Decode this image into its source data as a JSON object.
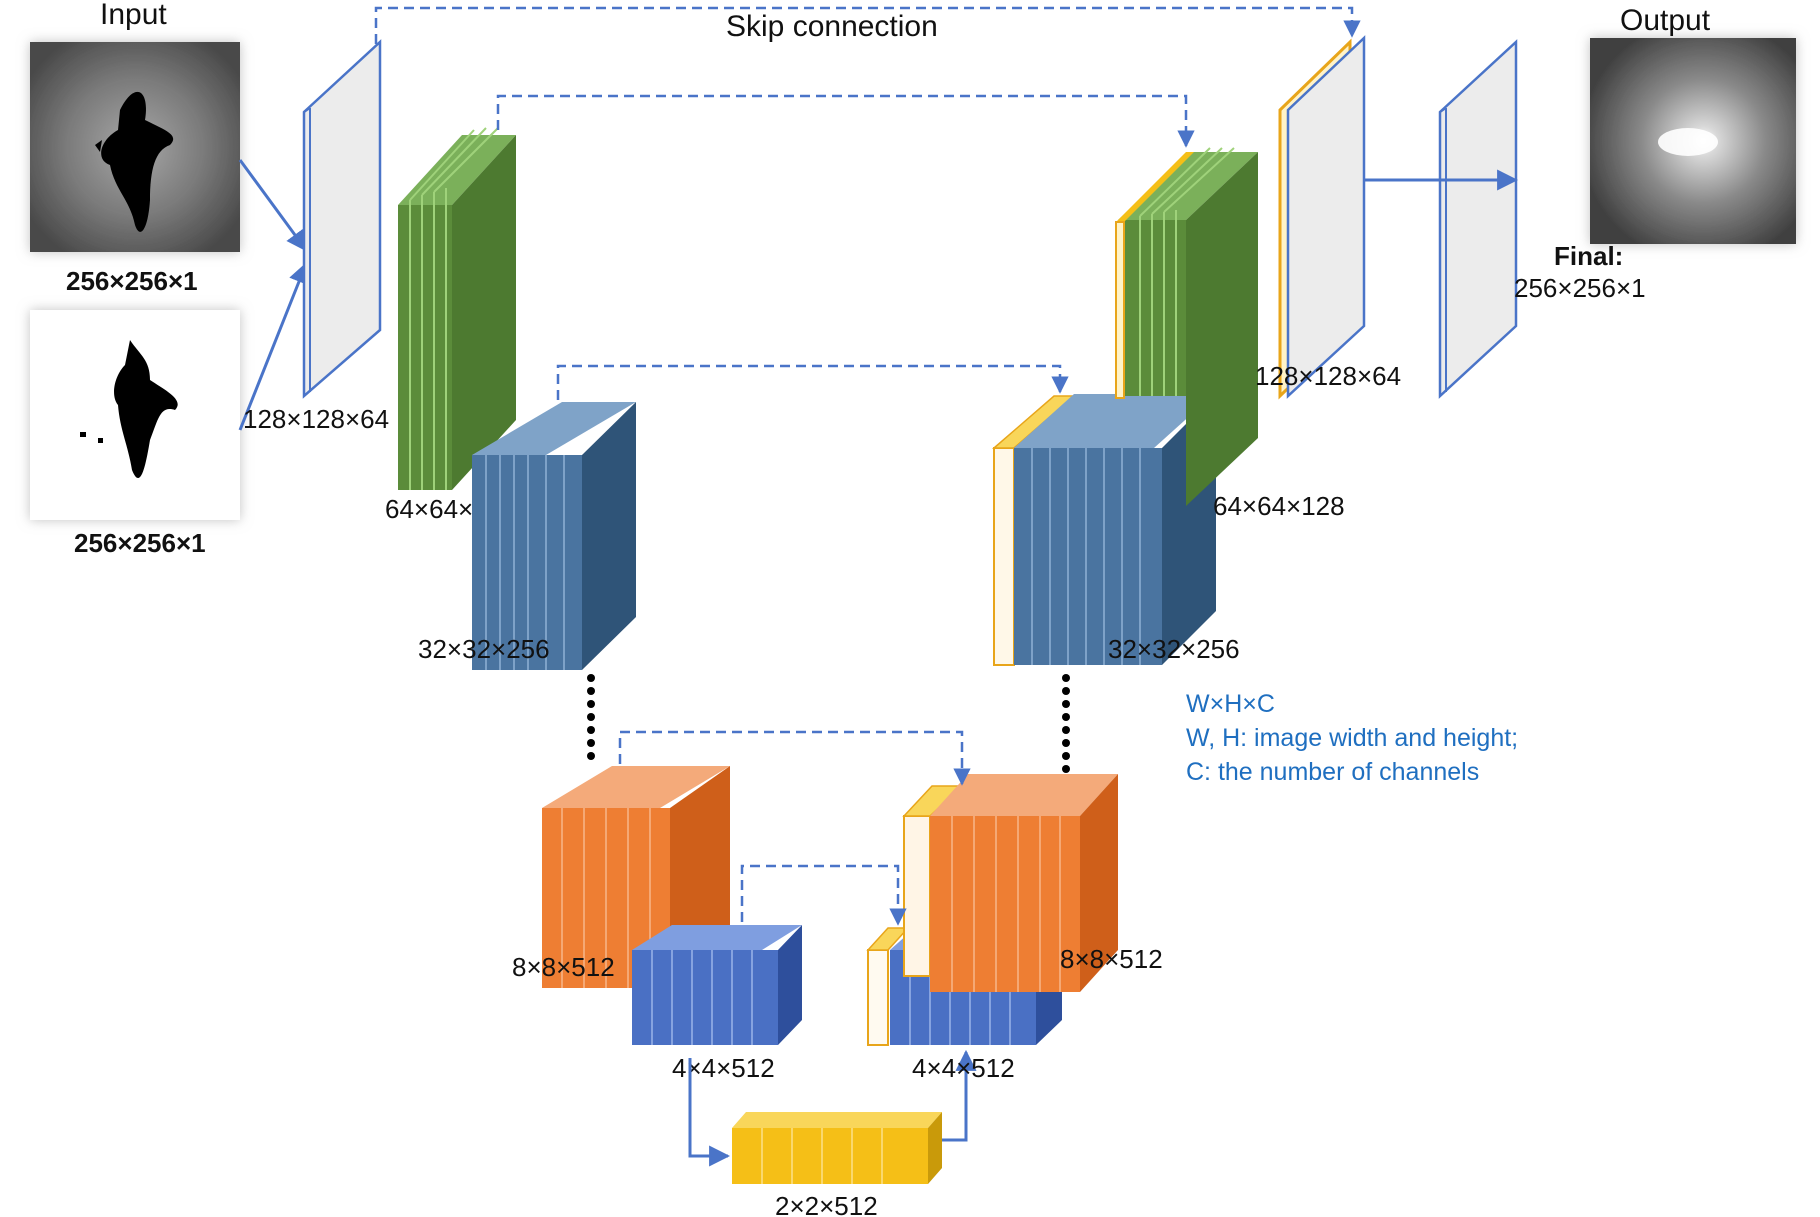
{
  "labels": {
    "input": "Input",
    "output": "Output",
    "skip_connection": "Skip connection",
    "input_image_dim": "256×256×1",
    "input_mask_dim": "256×256×1",
    "enc_conv1": "128×128×64",
    "enc_conv2": "64×64×128",
    "enc_conv3": "32×32×256",
    "enc_conv4": "8×8×512",
    "enc_conv5": "4×4×512",
    "bottleneck": "2×2×512",
    "dec_conv5": "4×4×512",
    "dec_conv4": "8×8×512",
    "dec_conv3": "32×32×256",
    "dec_conv2": "64×64×128",
    "dec_conv1": "128×128×64",
    "final_prefix": "Final:",
    "final_dim": "256×256×1"
  },
  "legend": {
    "line1": "W×H×C",
    "line2": "W, H: image width and height;",
    "line3": "C: the number of channels"
  },
  "colors": {
    "green": "#5b8c3a",
    "steel_blue": "#4a74a0",
    "orange": "#ee7e33",
    "royal_blue": "#4a70c4",
    "gold": "#f5bf17",
    "arrow": "#4a74c8",
    "legend_text": "#1f6fc0",
    "concat_outline": "#e8a51a"
  }
}
